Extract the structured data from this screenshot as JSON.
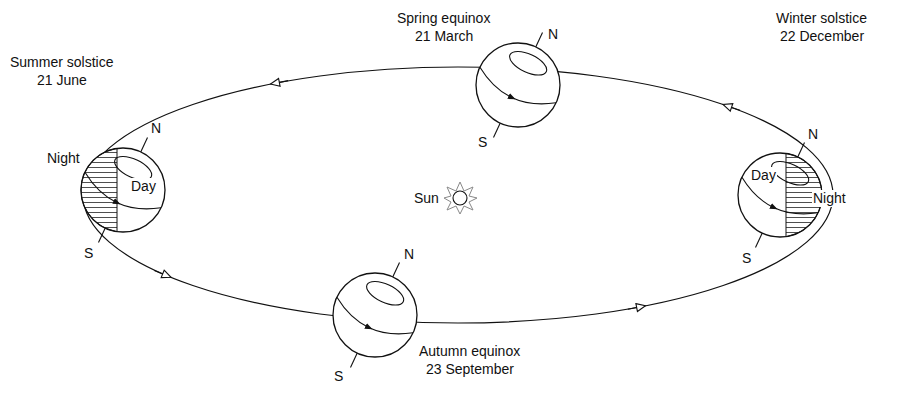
{
  "diagram": {
    "labels": [
      "Spring equinox",
      "21 March",
      "N",
      "S",
      "Summer solstice",
      "21 June",
      "N",
      "Night",
      "Day",
      "S",
      "Sun",
      "Winter solstice",
      "22 December",
      "N",
      "Day",
      "Night",
      "S",
      "Autumn equinox",
      "23 September",
      "N",
      "S"
    ]
  }
}
